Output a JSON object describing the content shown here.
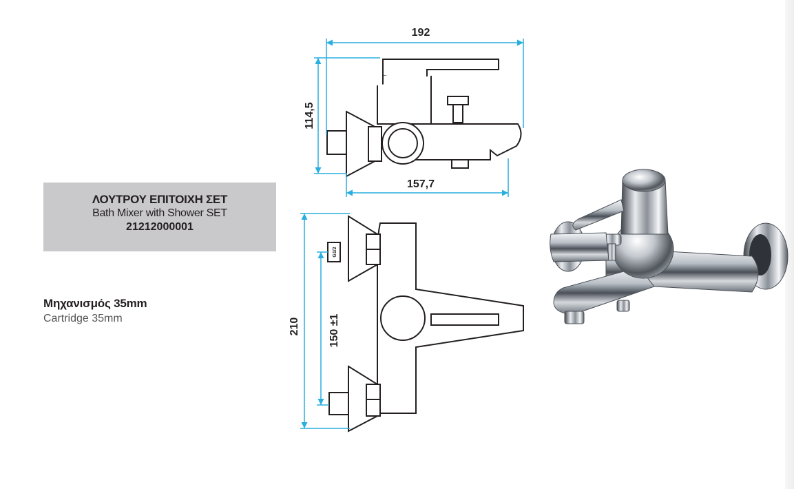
{
  "product": {
    "title_greek": "ΛΟΥΤΡΟΥ ΕΠΙΤΟΙΧΗ ΣΕΤ",
    "title_english": "Bath Mixer with Shower SET",
    "code": "21212000001"
  },
  "cartridge": {
    "label_greek": "Μηχανισμός 35mm",
    "label_english": "Cartridge 35mm"
  },
  "dimensions": {
    "width_top": "192",
    "height_side": "114,5",
    "body_width": "157,7",
    "total_height": "210",
    "center_distance": "150 ±1",
    "connection": "G1/2"
  },
  "colors": {
    "dimension_line": "#29aee0",
    "title_box_bg": "#c9c9cb",
    "chrome_dark": "#5a5f66",
    "chrome_light": "#f2f4f6"
  }
}
